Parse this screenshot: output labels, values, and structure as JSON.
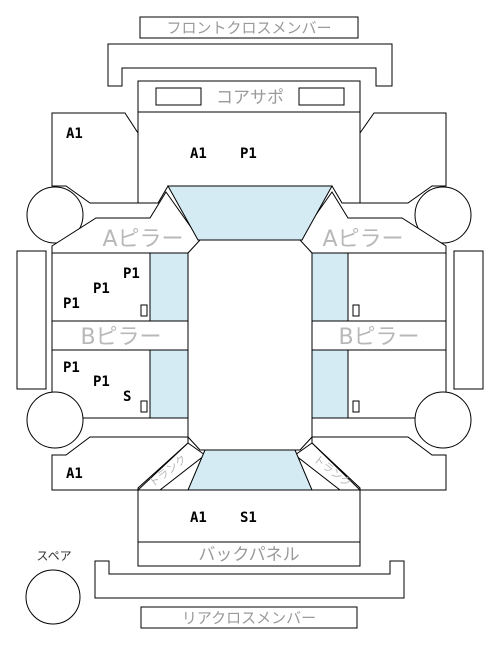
{
  "colors": {
    "stroke": "#000000",
    "glass": "#d4ebf3",
    "label_gray": "#9a9a9a"
  },
  "labels": {
    "front_cross_member": "フロントクロスメンバー",
    "core_support": "コアサポ",
    "a_pillar_left": "Aピラー",
    "a_pillar_right": "Aピラー",
    "b_pillar_left": "Bピラー",
    "b_pillar_right": "Bピラー",
    "trunk_left": "トランク",
    "trunk_right": "トランク",
    "back_panel": "バックパネル",
    "spare": "スペア",
    "rear_cross_member": "リアクロスメンバー"
  },
  "marks": {
    "front_left_fender": "A1",
    "hood_a": "A1",
    "hood_p": "P1",
    "front_door_left_1": "P1",
    "front_door_left_2": "P1",
    "front_door_left_3": "P1",
    "rear_door_left_1": "P1",
    "rear_door_left_2": "P1",
    "rear_door_left_s": "S",
    "rear_left_fender": "A1",
    "trunk_a": "A1",
    "trunk_s": "S1"
  }
}
